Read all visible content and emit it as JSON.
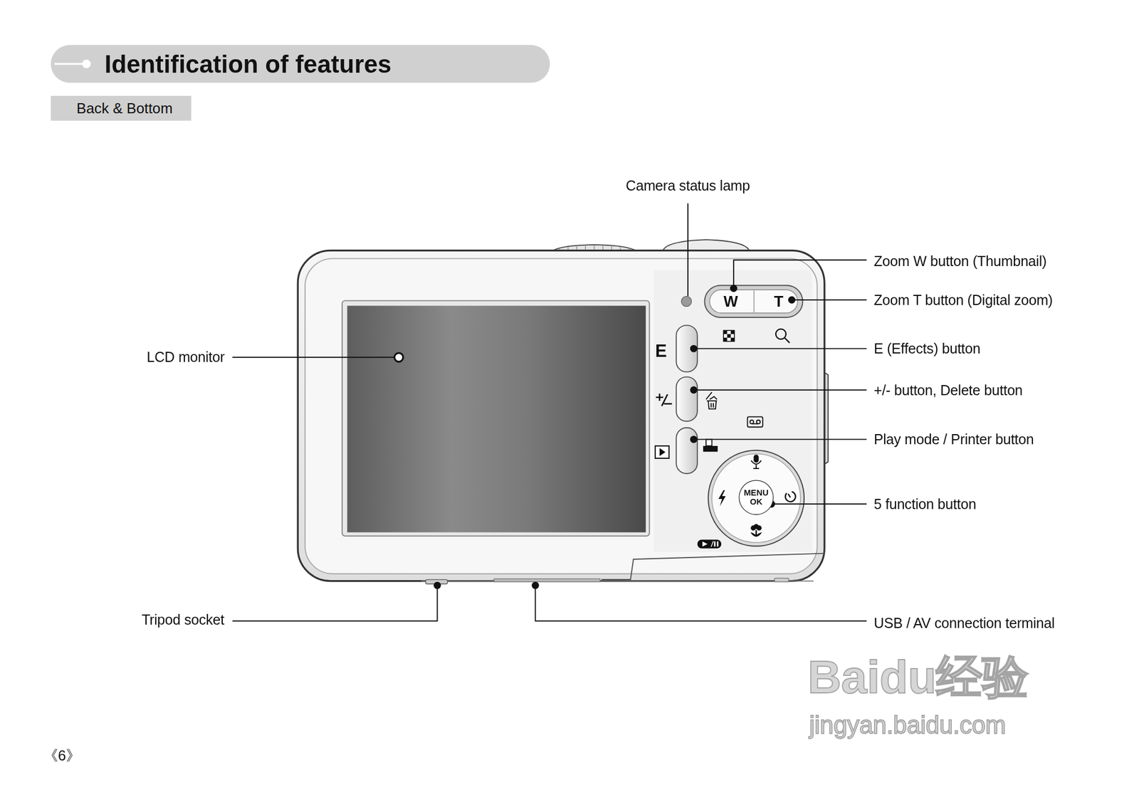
{
  "diagram": {
    "title": "Identification of features",
    "nodes": [
      {
        "text": [
          "Identification of features"
        ]
      },
      {
        "text": [
          "Back & Bottom"
        ]
      },
      {
        "text": [
          "W"
        ]
      },
      {
        "text": [
          "T"
        ]
      },
      {
        "text": [
          "MENU OK"
        ]
      }
    ],
    "edges": [],
    "labels": [
      "Camera status lamp",
      "Zoom W button (Thumbnail)",
      "Zoom T button (Digital zoom)",
      "E (Effects) button",
      "+/- button, Delete button",
      "Play mode / Printer button",
      "5 function button",
      "LCD monitor",
      "Tripod socket",
      "USB / AV connection terminal",
      "E",
      "Baidu经验",
      "jingyan.baidu.com",
      "《6》"
    ]
  }
}
